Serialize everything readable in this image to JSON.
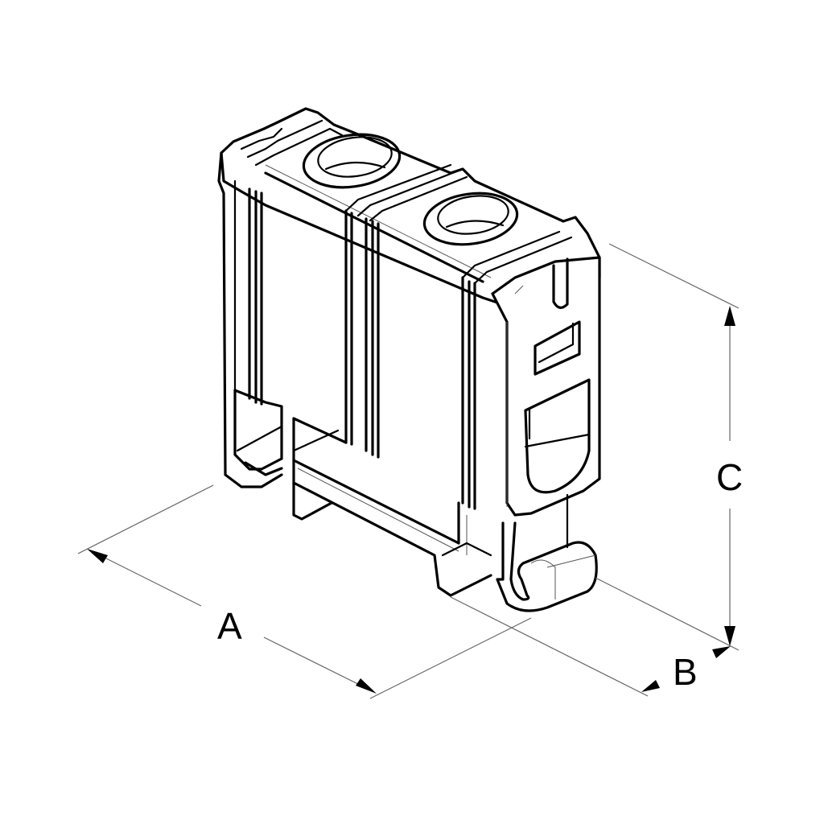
{
  "figure": {
    "subject": "DIN-rail terminal block, isometric line drawing",
    "colors": {
      "line": "#000000",
      "dimension_line": "#666666",
      "background": "#ffffff"
    }
  },
  "dimensions": {
    "a": {
      "label": "A"
    },
    "b": {
      "label": "B"
    },
    "c": {
      "label": "C"
    }
  }
}
